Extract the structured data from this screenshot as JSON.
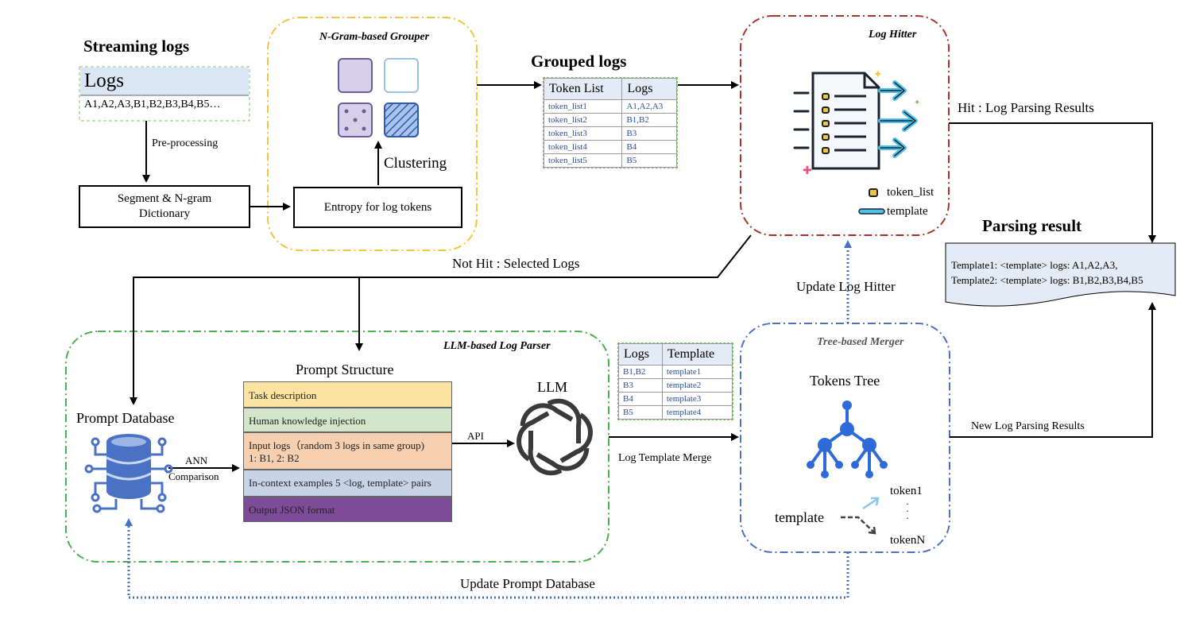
{
  "streaming": {
    "heading": "Streaming logs",
    "logs_title": "Logs",
    "logs_content": "A1,A2,A3,B1,B2,B3,B4,B5…",
    "preprocess_label": "Pre-processing",
    "segment_box": "Segment & N-gram Dictionary"
  },
  "grouper": {
    "title": "N-Gram-based Grouper",
    "entropy_box": "Entropy for log tokens",
    "clustering_label": "Clustering"
  },
  "grouped": {
    "heading": "Grouped logs",
    "headers": [
      "Token List",
      "Logs"
    ],
    "rows": [
      [
        "token_list1",
        "A1,A2,A3"
      ],
      [
        "token_list2",
        "B1,B2"
      ],
      [
        "token_list3",
        "B3"
      ],
      [
        "token_list4",
        "B4"
      ],
      [
        "token_list5",
        "B5"
      ]
    ]
  },
  "hitter": {
    "title": "Log Hitter",
    "legend_token": "token_list",
    "legend_template": "template",
    "hit_label": "Hit : Log Parsing Results",
    "not_hit_label": "Not Hit : Selected Logs",
    "update_label": "Update Log Hitter"
  },
  "parsing": {
    "heading": "Parsing result",
    "line1": "Template1: <template> logs: A1,A2,A3,",
    "line2": "Template2: <template> logs: B1,B2,B3,B4,B5",
    "new_results_label": "New Log Parsing Results"
  },
  "parser": {
    "title": "LLM-based Log Parser",
    "prompt_db": "Prompt Database",
    "ann_label": "ANN",
    "comparison_label": "Comparison",
    "prompt_structure": "Prompt Structure",
    "rows": [
      "Task description",
      "Human knowledge injection",
      "Input logs（random 3 logs in same group)",
      "1:  B1,  2: B2",
      "In-context examples 5 <log, template> pairs",
      "Output JSON format"
    ],
    "api_label": "API",
    "llm_label": "LLM",
    "update_prompt_label": "Update Prompt Database"
  },
  "templates_table": {
    "headers": [
      "Logs",
      "Template"
    ],
    "rows": [
      [
        "B1,B2",
        "template1"
      ],
      [
        "B3",
        "template2"
      ],
      [
        "B4",
        "template3"
      ],
      [
        "B5",
        "template4"
      ]
    ],
    "merge_label": "Log Template Merge"
  },
  "merger": {
    "title": "Tree-based Merger",
    "tokens_tree": "Tokens Tree",
    "template_label": "template",
    "token1": "token1",
    "dots": "·\n·\n·",
    "tokenN": "tokenN"
  },
  "colors": {
    "grouper_border": "#f2c53d",
    "hitter_border": "#a8332e",
    "parser_border": "#4caf50",
    "merger_border": "#4a72c4",
    "task_bg": "#fbe3a1",
    "knowledge_bg": "#d4e6c9",
    "input_bg": "#f6cfb0",
    "incontext_bg": "#c9d3e6",
    "output_bg": "#7d4b97"
  }
}
